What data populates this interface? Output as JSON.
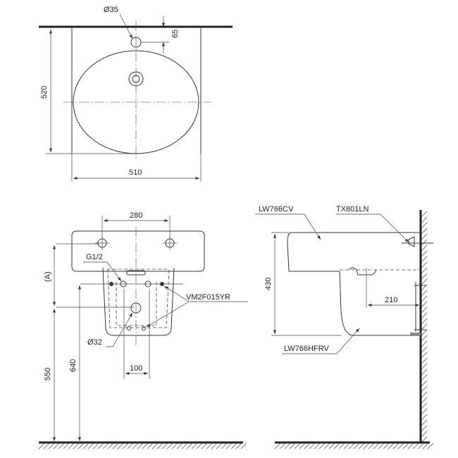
{
  "top_view": {
    "tap_hole_diameter": "Ø35",
    "tap_hole_offset": "65",
    "depth": "520",
    "width": "510"
  },
  "front_view": {
    "hole_spacing": "280",
    "supply_thread": "G1/2",
    "bolt_part": "VM2F015YR",
    "drain_diameter": "Ø32",
    "drain_spacing": "100",
    "height_a": "(A)",
    "height_550": "550",
    "height_640": "640"
  },
  "side_view": {
    "basin_part": "LW766CV",
    "fixing_part": "TX801LN",
    "pedestal_part": "LW766HFRV",
    "height": "430",
    "wall_offset": "210"
  }
}
